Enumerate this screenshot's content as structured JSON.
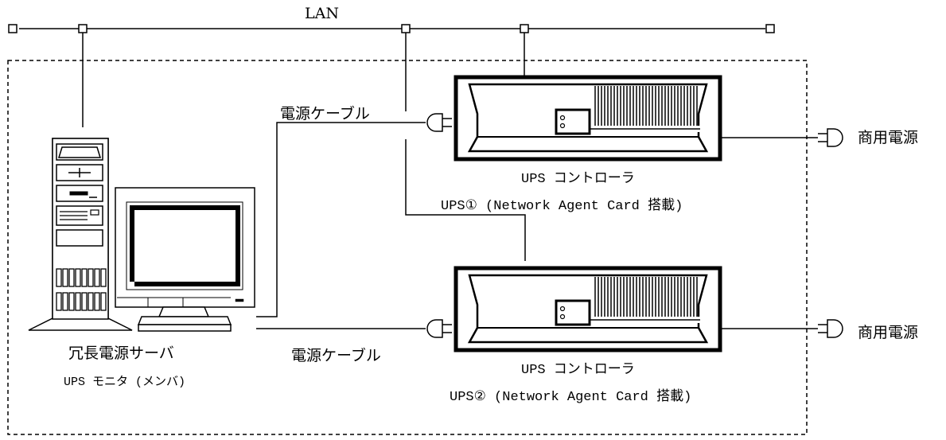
{
  "lan_label": "LAN",
  "cable_label_top": "電源ケーブル",
  "cable_label_bottom": "電源ケーブル",
  "commercial_power_top": "商用電源",
  "commercial_power_bottom": "商用電源",
  "ups1": {
    "title": "UPS コントローラ",
    "subtitle": "UPS① (Network Agent Card 搭載)"
  },
  "ups2": {
    "title": "UPS コントローラ",
    "subtitle": "UPS② (Network Agent Card 搭載)"
  },
  "server": {
    "title": "冗長電源サーバ",
    "subtitle": "UPS モニタ (メンバ)"
  },
  "colors": {
    "line": "#000000",
    "background": "#ffffff"
  }
}
